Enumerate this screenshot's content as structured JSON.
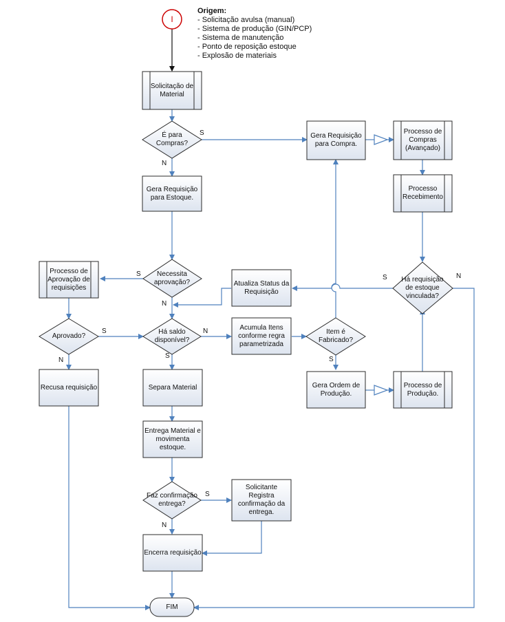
{
  "start": {
    "label": "I"
  },
  "origin": {
    "title": "Origem:",
    "items": [
      "- Solicitação avulsa (manual)",
      "- Sistema de produção (GIN/PCP)",
      "- Sistema de manutenção",
      "- Ponto de reposição estoque",
      "- Explosão de materiais"
    ]
  },
  "nodes": {
    "solicitacao": "Solicitação de\nMaterial",
    "e_para_compras": "É para\nCompras?",
    "gera_req_estoque": "Gera Requisição\npara Estoque.",
    "necessita_aprovacao": "Necessita\naprovação?",
    "processo_aprovacao": "Processo de\nAprovação de\nrequisições",
    "aprovado": "Aprovado?",
    "recusa": "Recusa requisição",
    "ha_saldo": "Há saldo\ndisponível?",
    "separa": "Separa Material",
    "entrega": "Entrega Material e\nmovimenta\nestoque.",
    "faz_confirmacao": "Faz confirmação\nentrega?",
    "solicitante_registra": "Solicitante\nRegistra\nconfirmação da\nentrega.",
    "encerra": "Encerra requisição",
    "fim": "FIM",
    "gera_req_compra": "Gera Requisição\npara Compra.",
    "processo_compras": "Processo de\nCompras\n(Avançado)",
    "processo_recebimento": "Processo\nRecebimento",
    "ha_req_vinculada": "Há requisição\nde estoque\nvinculada?",
    "atualiza_status": "Atualiza Status da\nRequisição",
    "acumula": "Acumula Itens\nconforme regra\nparametrizada",
    "item_fabricado": "Item é\nFabricado?",
    "gera_ordem": "Gera Ordem de\nProdução.",
    "processo_producao": "Processo de\nProdução."
  },
  "edge_labels": {
    "compras_s": "S",
    "compras_n": "N",
    "aprov_s": "S",
    "aprov_n": "N",
    "aprovado_s": "S",
    "aprovado_n": "N",
    "saldo_n": "N",
    "saldo_s": "S",
    "fabricado_s": "S",
    "vinc_s": "S",
    "vinc_n": "N",
    "conf_s": "S",
    "conf_n": "N"
  },
  "colors": {
    "box_fill": "#e4eaf4",
    "box_stroke": "#2b2b2b",
    "connector": "#4f81bd",
    "start_stroke": "#cc0000"
  }
}
